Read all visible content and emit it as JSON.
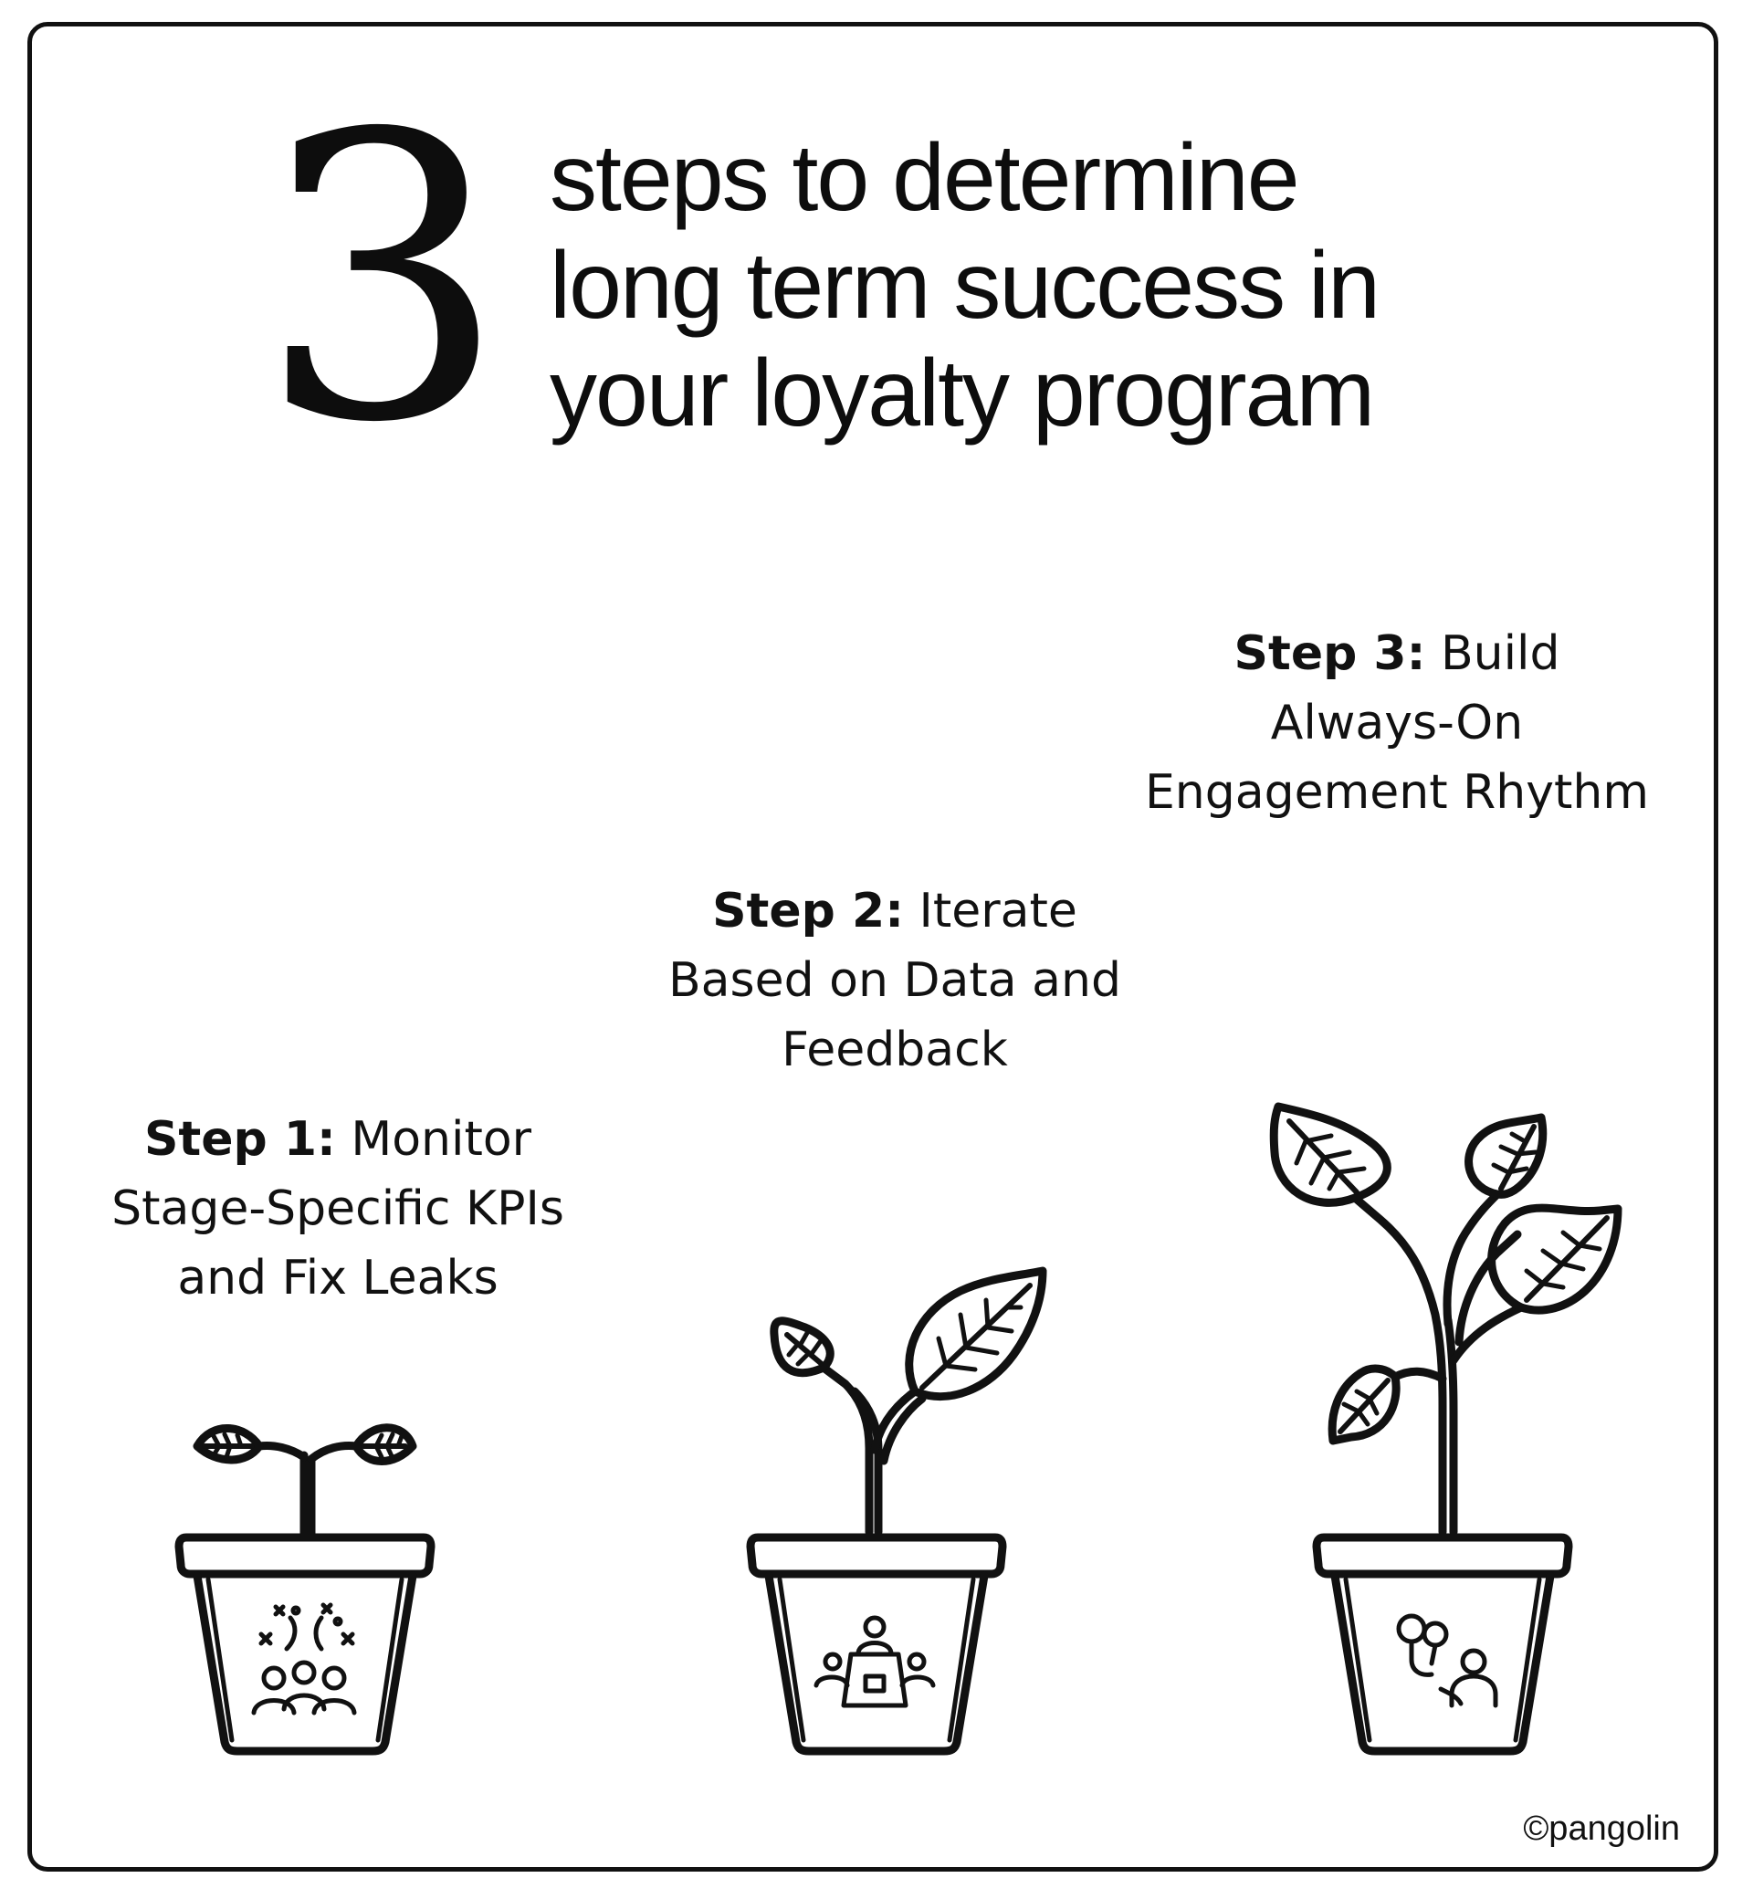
{
  "header": {
    "number": "3",
    "title_lines": [
      "steps to determine",
      "long term success in",
      "your loyalty program"
    ]
  },
  "steps": [
    {
      "label": "Step 1:",
      "text_first": "Monitor",
      "text_rest": [
        "Stage-Specific KPIs",
        "and Fix Leaks"
      ],
      "icon": "celebrating-crowd-icon"
    },
    {
      "label": "Step 2:",
      "text_first": "Iterate",
      "text_rest": [
        "Based on Data and",
        "Feedback"
      ],
      "icon": "meeting-presenter-icon"
    },
    {
      "label": "Step 3:",
      "text_first": "Build",
      "text_rest": [
        "Always-On",
        "Engagement Rhythm"
      ],
      "icon": "talking-people-icon"
    }
  ],
  "footer": {
    "copyright": "©pangolin"
  },
  "colors": {
    "ink": "#111111",
    "background": "#ffffff"
  }
}
